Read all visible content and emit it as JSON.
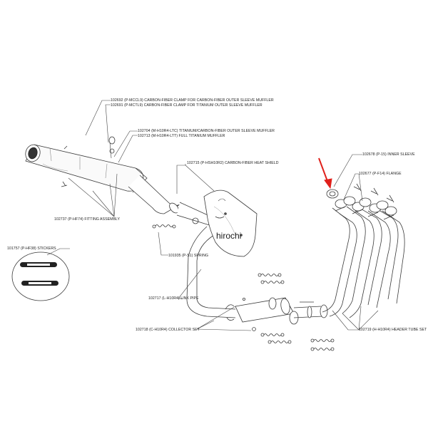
{
  "callouts": {
    "clamp_titanium": "102692 (P-MCCL9) CARBON-FIBER CLAMP FOR CARBON-FIBER OUTER SLEEVE MUFFLER",
    "clamp_carbon": "102691 (P-MCTL9) CARBON-FIBER CLAMP FOR TITANIUM OUTER SLEEVE MUFFLER",
    "muffler_carbon": "102704 (M-H10R4-LTC)  TITANIUM/CARBON-FIBER OUTER SLEEVE MUFFLER",
    "muffler_titanium": "102713 (M-H10R4-LTT)  FULL TITANIUM MUFFLER",
    "heat_shield": "102715 (P-HSH10R2)  CARBON-FIBER HEAT SHIELD",
    "inner_sleeve": "102678 (P-15)  INNER SLEEVE",
    "flange": "102677 (P-F14)  FLANGE",
    "fitting_assembly": "102737 (P-HF74)  FITTING ASSEMBLY",
    "stickers": "101757 (P-HF38) STICKERS",
    "spring": "101935 (P-S1)  SPRING",
    "link_pipe": "102717 (L-H10R4) LINK PIPE",
    "collector_set": "102718 (C-H10R4) COLLECTOR SET",
    "header_tube_set": "102719 (H-H10R4)  HEADER TUBE SET"
  },
  "watermark": "hirochi",
  "colors": {
    "line": "#3a3a3a",
    "pointer_arrow": "#e0201b",
    "background": "#ffffff"
  },
  "icons": {
    "pointer": "red-arrow-icon",
    "badge": "akrapovic-logo-icon"
  }
}
